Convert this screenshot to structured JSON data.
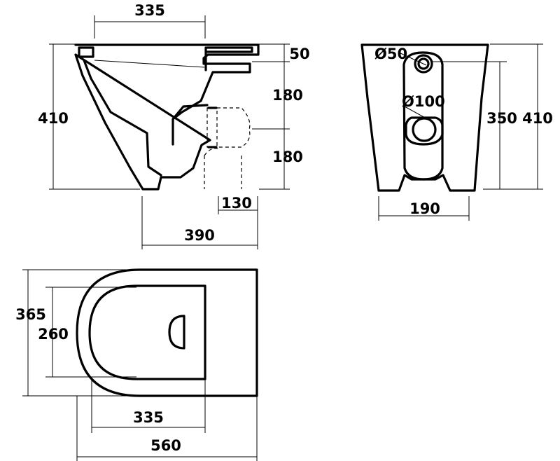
{
  "views": {
    "side": {
      "width_top": "335",
      "height_total": "410",
      "rim_height": "50",
      "outlet_upper": "180",
      "outlet_lower": "180",
      "outlet_depth": "130",
      "depth_total": "390"
    },
    "rear": {
      "diameter_small": "Ø50",
      "diameter_large": "Ø100",
      "height_outlet": "350",
      "height_total": "410",
      "base_width": "190"
    },
    "top": {
      "width_total": "365",
      "width_inner": "260",
      "length_inner": "335",
      "length_total": "560"
    }
  }
}
